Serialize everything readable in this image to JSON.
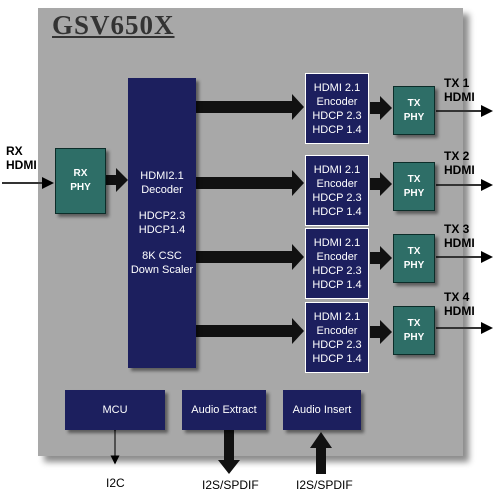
{
  "chip": {
    "title": "GSV650X"
  },
  "rx": {
    "label_line1": "RX",
    "label_line2": "HDMI",
    "phy_line1": "RX",
    "phy_line2": "PHY"
  },
  "decoder": {
    "line1": "HDMI2.1",
    "line2": "Decoder",
    "line3": "HDCP2.3",
    "line4": "HDCP1.4",
    "line5": "8K CSC",
    "line6": "Down Scaler"
  },
  "encoders": [
    {
      "line1": "HDMI 2.1",
      "line2": "Encoder",
      "line3": "HDCP 2.3",
      "line4": "HDCP 1.4"
    },
    {
      "line1": "HDMI 2.1",
      "line2": "Encoder",
      "line3": "HDCP 2.3",
      "line4": "HDCP 1.4"
    },
    {
      "line1": "HDMI 2.1",
      "line2": "Encoder",
      "line3": "HDCP 2.3",
      "line4": "HDCP 1.4"
    },
    {
      "line1": "HDMI 2.1",
      "line2": "Encoder",
      "line3": "HDCP 2.3",
      "line4": "HDCP 1.4"
    }
  ],
  "tx_phys": [
    {
      "line1": "TX",
      "line2": "PHY"
    },
    {
      "line1": "TX",
      "line2": "PHY"
    },
    {
      "line1": "TX",
      "line2": "PHY"
    },
    {
      "line1": "TX",
      "line2": "PHY"
    }
  ],
  "tx_outputs": [
    {
      "line1": "TX 1",
      "line2": "HDMI"
    },
    {
      "line1": "TX 2",
      "line2": "HDMI"
    },
    {
      "line1": "TX 3",
      "line2": "HDMI"
    },
    {
      "line1": "TX 4",
      "line2": "HDMI"
    }
  ],
  "bottom": {
    "mcu": "MCU",
    "audio_extract": "Audio Extract",
    "audio_insert": "Audio Insert",
    "i2c": "I2C",
    "i2s_out": "I2S/SPDIF",
    "i2s_in": "I2S/SPDIF"
  },
  "colors": {
    "chip_bg": "#a8a8a8",
    "block_navy": "#1c1f5e",
    "phy_teal": "#2e6e67"
  }
}
